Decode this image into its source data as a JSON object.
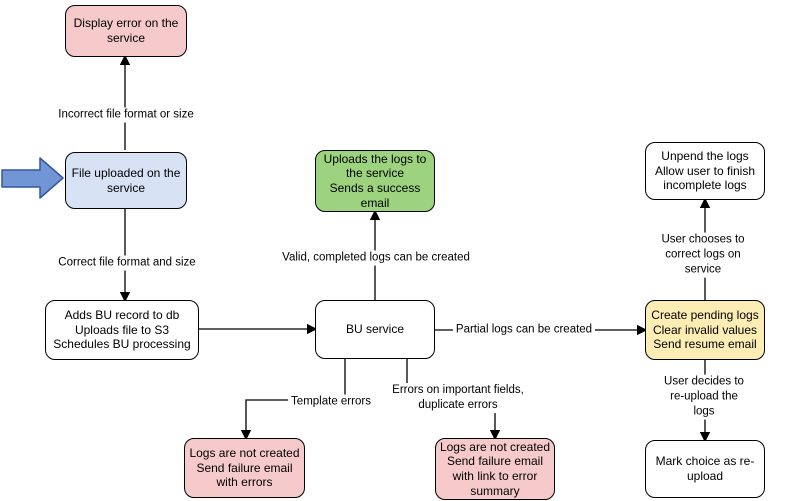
{
  "palette": {
    "node_pink": "#f6caca",
    "node_blue": "#d7e3f5",
    "node_green": "#9dd27e",
    "node_yellow": "#fcedb5",
    "node_white": "#ffffff",
    "node_border": "#000000",
    "connector": "#000000",
    "entry_arrow_fill": "#7296d5",
    "entry_arrow_stroke": "#34569b"
  },
  "nodes": {
    "display_error": {
      "text": "Display error on the\nservice"
    },
    "file_uploaded": {
      "text": "File uploaded on the\nservice"
    },
    "adds_bu_record": {
      "text": "Adds BU record to db\nUploads file to S3\nSchedules BU processing"
    },
    "bu_service": {
      "text": "BU service"
    },
    "uploads_logs": {
      "text": "Uploads the logs to\nthe service\nSends a success\nemail"
    },
    "create_pending_logs": {
      "text": "Create pending logs\nClear invalid values\nSend resume email"
    },
    "unpend_logs": {
      "text": "Unpend the logs\nAllow user to finish\nincomplete logs"
    },
    "mark_choice_reupload": {
      "text": "Mark choice as re-\nupload"
    },
    "logs_not_created_errors": {
      "text": "Logs are not created\nSend failure email\nwith errors"
    },
    "logs_not_created_summary": {
      "text": "Logs are not created\nSend failure email\nwith link to error\nsummary"
    }
  },
  "edge_labels": {
    "incorrect_file": "Incorrect file format or size",
    "correct_file": "Correct file format and size",
    "valid_logs": "Valid, completed logs can be created",
    "partial_logs": "Partial logs can be created",
    "user_correct": "User chooses to correct logs on service",
    "user_reupload": "User decides to re-upload the logs",
    "template_errors": "Template errors",
    "field_errors": "Errors on important fields,\nduplicate errors"
  }
}
